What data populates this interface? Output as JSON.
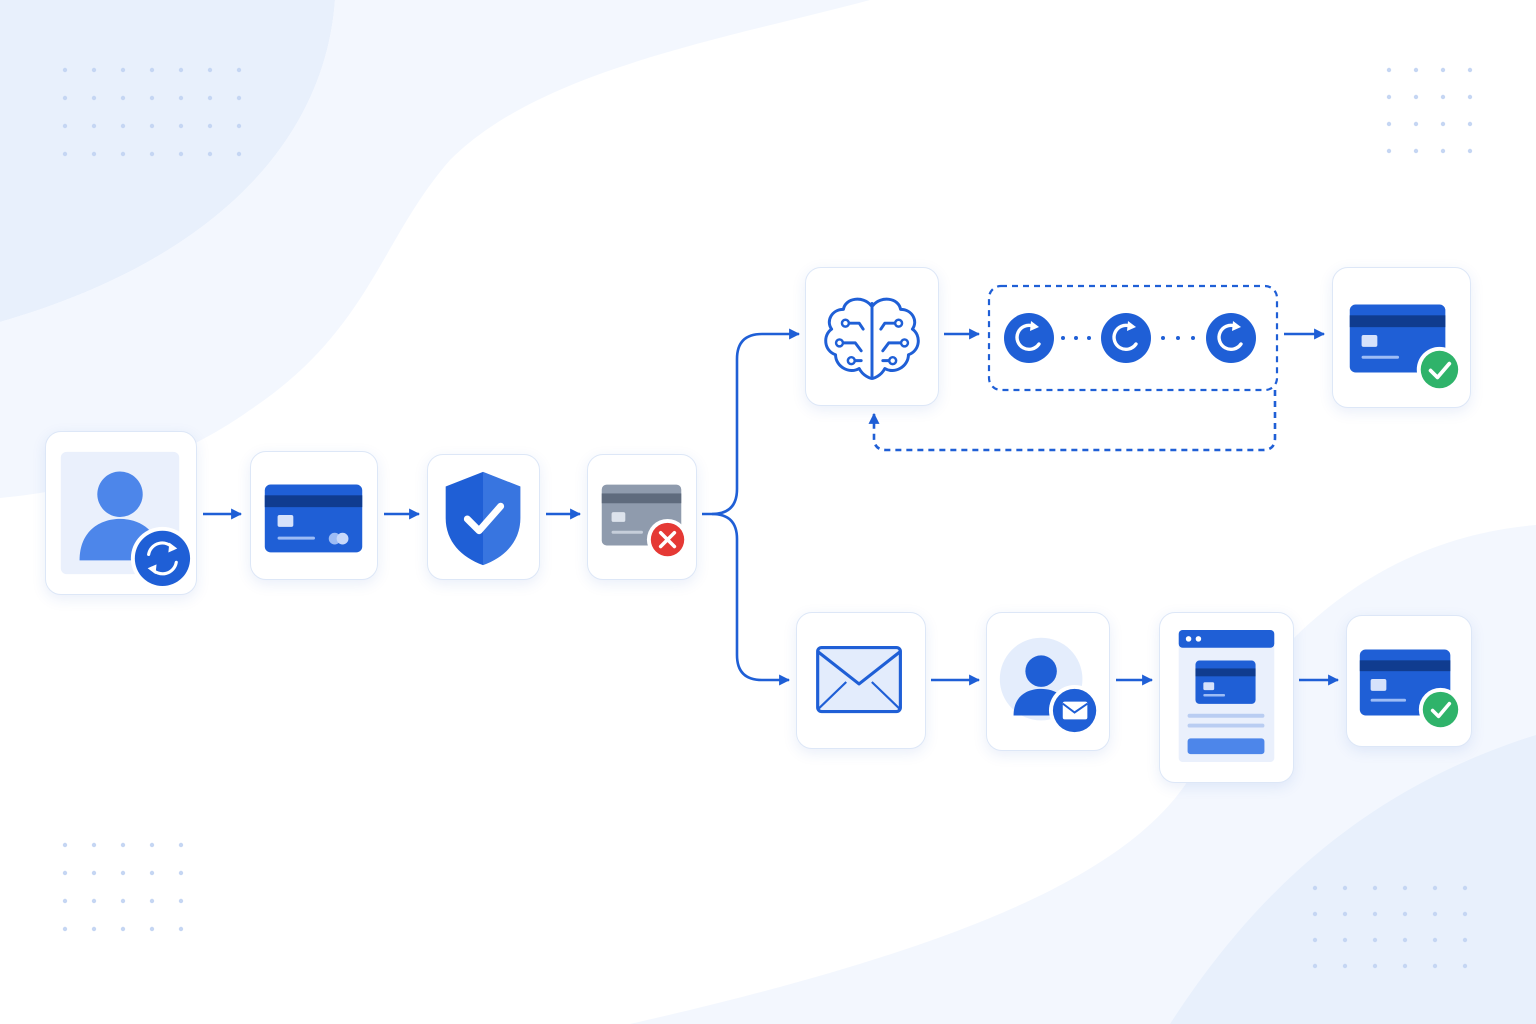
{
  "diagram": {
    "type": "payment-recovery-flow",
    "colors": {
      "primary": "#1f5fd6",
      "primary_light": "#4d86ea",
      "soft_bg": "#e9f0fc",
      "dot": "#c5d6f3",
      "success": "#2fb36a",
      "error": "#e53935",
      "card_gray": "#8f9bad"
    },
    "nodes": [
      {
        "id": "customer",
        "icon": "user-sync-icon"
      },
      {
        "id": "payment-card",
        "icon": "credit-card-icon"
      },
      {
        "id": "security-check",
        "icon": "shield-check-icon"
      },
      {
        "id": "payment-failed",
        "icon": "card-declined-icon"
      },
      {
        "id": "ai-engine",
        "icon": "brain-circuit-icon"
      },
      {
        "id": "smart-retries",
        "icon": "retry-sequence-icon"
      },
      {
        "id": "retry-success",
        "icon": "card-success-icon"
      },
      {
        "id": "email-notice",
        "icon": "envelope-icon"
      },
      {
        "id": "customer-contacted",
        "icon": "user-email-icon"
      },
      {
        "id": "update-payment-page",
        "icon": "payment-update-page-icon"
      },
      {
        "id": "update-success",
        "icon": "card-success-icon"
      }
    ],
    "edges": [
      {
        "from": "customer",
        "to": "payment-card"
      },
      {
        "from": "payment-card",
        "to": "security-check"
      },
      {
        "from": "security-check",
        "to": "payment-failed"
      },
      {
        "from": "payment-failed",
        "to": "ai-engine"
      },
      {
        "from": "payment-failed",
        "to": "email-notice"
      },
      {
        "from": "ai-engine",
        "to": "smart-retries"
      },
      {
        "from": "smart-retries",
        "to": "retry-success"
      },
      {
        "from": "smart-retries",
        "to": "ai-engine",
        "style": "dashed"
      },
      {
        "from": "email-notice",
        "to": "customer-contacted"
      },
      {
        "from": "customer-contacted",
        "to": "update-payment-page"
      },
      {
        "from": "update-payment-page",
        "to": "update-success"
      }
    ]
  }
}
